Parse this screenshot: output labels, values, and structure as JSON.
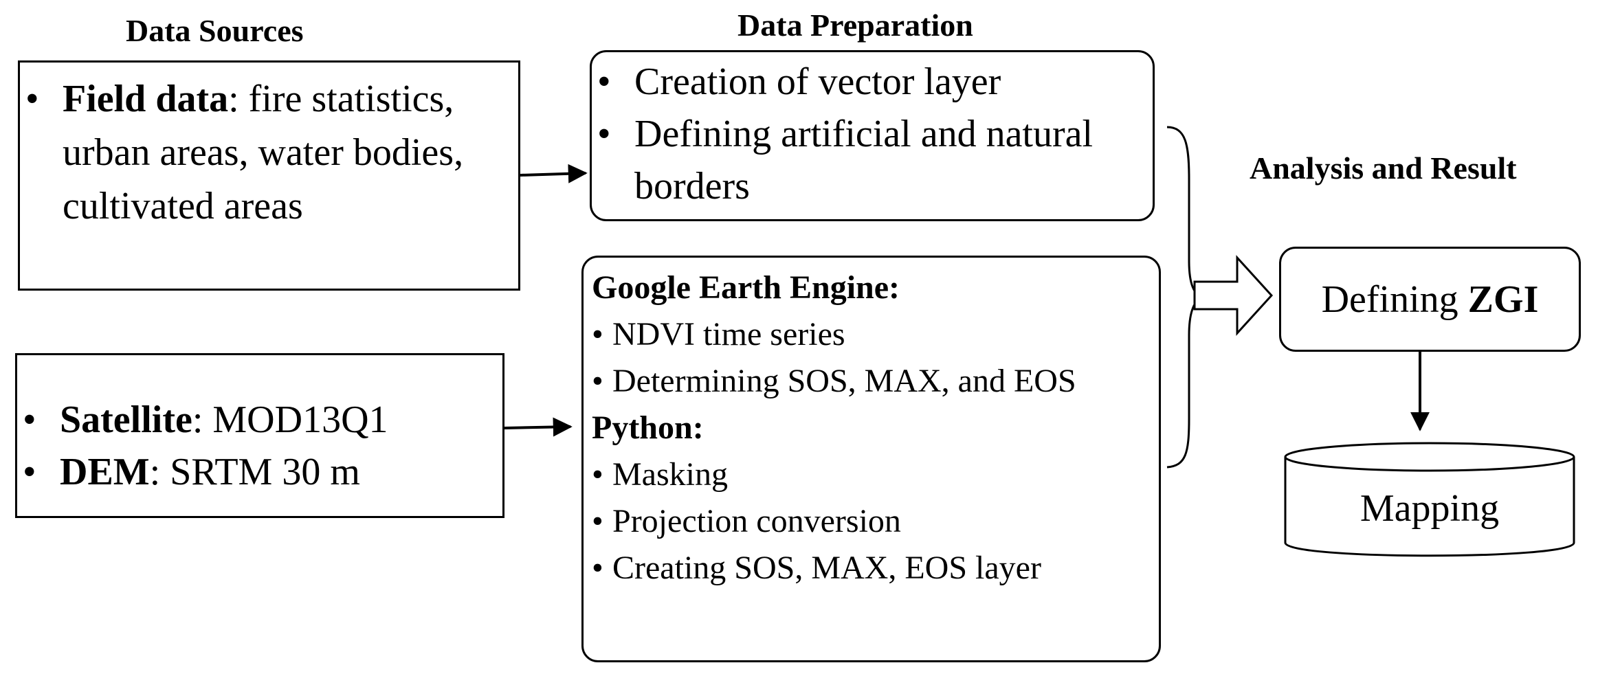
{
  "headings": {
    "data_sources": "Data Sources",
    "data_preparation": "Data Preparation",
    "analysis_result": "Analysis and Result"
  },
  "field_data": {
    "label": "Field data",
    "text": ": fire statistics, urban areas, water bodies, cultivated areas"
  },
  "remote_data": [
    {
      "label": "Satellite",
      "text": ": MOD13Q1"
    },
    {
      "label": "DEM",
      "text": ": SRTM 30 m"
    }
  ],
  "preparation_vector": [
    "Creation of vector layer",
    "Defining artificial and natural borders"
  ],
  "processing": {
    "gee_title": "Google Earth Engine:",
    "gee_items": [
      "NDVI time series",
      "Determining SOS, MAX, and EOS"
    ],
    "python_title": "Python:",
    "python_items": [
      "Masking",
      "Projection conversion",
      "Creating SOS, MAX, EOS layer"
    ]
  },
  "result": {
    "defining_prefix": "Defining ",
    "defining_bold": "ZGI",
    "mapping": "Mapping"
  }
}
